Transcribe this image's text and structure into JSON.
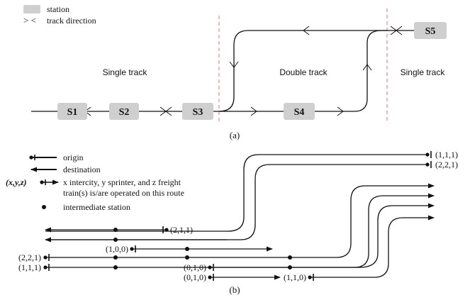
{
  "part_a": {
    "legend": {
      "station": "station",
      "direction_symbol": "> <",
      "track_direction": "track direction"
    },
    "sections": {
      "left": "Single track",
      "middle": "Double track",
      "right": "Single track"
    },
    "stations": {
      "s1": "S1",
      "s2": "S2",
      "s3": "S3",
      "s4": "S4",
      "s5": "S5"
    },
    "caption": "(a)"
  },
  "part_b": {
    "legend": {
      "origin": "origin",
      "destination": "destination",
      "xyz_symbol": "(x,y,z)",
      "xyz_line1": "x intercity, y sprinter, and z freight",
      "xyz_line2": "train(s) is/are operated on this route",
      "intermediate": "intermediate station"
    },
    "routes": {
      "r1": "(1,1,1)",
      "r2": "(2,2,1)",
      "r3": "(2,1,1)",
      "r4": "(1,0,0)",
      "r5": "(2,2,1)",
      "r6": "(1,1,1)",
      "r7": "(0,1,0)",
      "r8": "(0,1,0)",
      "r9": "(1,1,0)"
    },
    "caption": "(b)"
  },
  "colors": {
    "line": "#111111",
    "station_fill": "#cfcfcf",
    "section_divider": "#e07070"
  }
}
